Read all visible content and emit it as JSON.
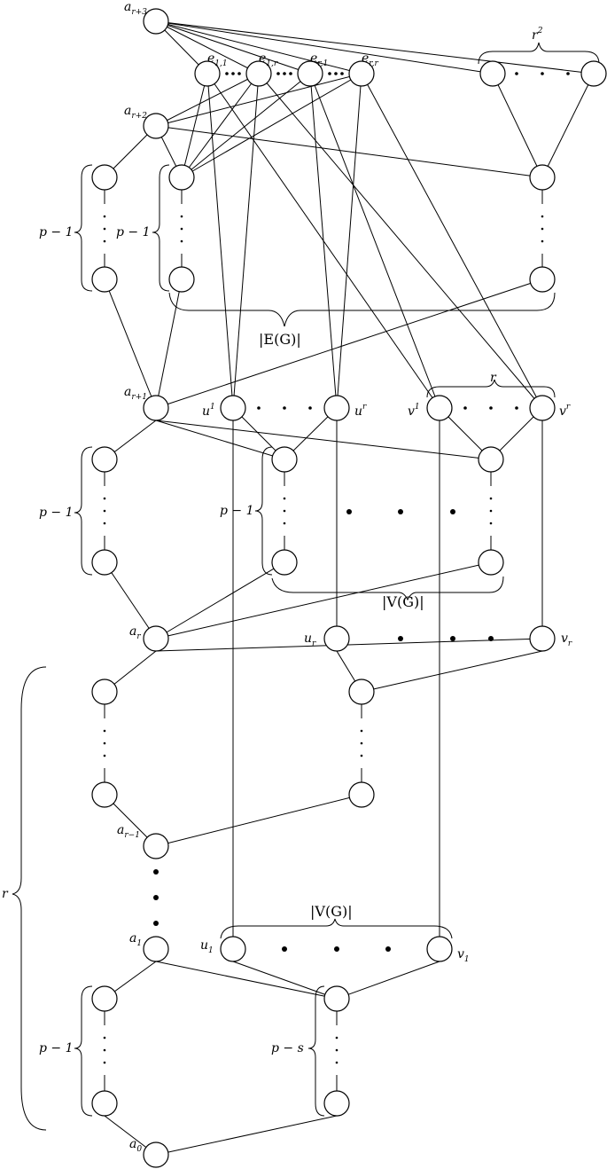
{
  "node_labels": {
    "a_r3": {
      "base": "a",
      "sub": "r+3"
    },
    "a_r2": {
      "base": "a",
      "sub": "r+2"
    },
    "a_r1": {
      "base": "a",
      "sub": "r+1"
    },
    "a_r": {
      "base": "a",
      "sub": "r"
    },
    "a_rm1": {
      "base": "a",
      "sub": "r−1"
    },
    "a_1": {
      "base": "a",
      "sub": "1"
    },
    "a_0": {
      "base": "a",
      "sub": "0"
    },
    "e11": {
      "base": "e",
      "sub": "1,1"
    },
    "e1r": {
      "base": "e",
      "sub": "1,r"
    },
    "er1": {
      "base": "e",
      "sub": "r,1"
    },
    "err": {
      "base": "e",
      "sub": "r,r"
    },
    "u_sup1": {
      "base": "u",
      "sup": "1"
    },
    "u_supr": {
      "base": "u",
      "sup": "r"
    },
    "v_sup1": {
      "base": "v",
      "sup": "1"
    },
    "v_supr": {
      "base": "v",
      "sup": "r"
    },
    "u_subr": {
      "base": "u",
      "sub": "r"
    },
    "v_subr": {
      "base": "v",
      "sub": "r"
    },
    "u_sub1": {
      "base": "u",
      "sub": "1"
    },
    "v_sub1": {
      "base": "v",
      "sub": "1"
    }
  },
  "brace_labels": {
    "r_squared": {
      "base": "r",
      "sup": "2"
    },
    "p_minus_1": "p − 1",
    "p_minus_s": "p − s",
    "edges_count": "|E(G)|",
    "vertices_count": "|V(G)|",
    "r_top": "r",
    "r_left": "r"
  }
}
